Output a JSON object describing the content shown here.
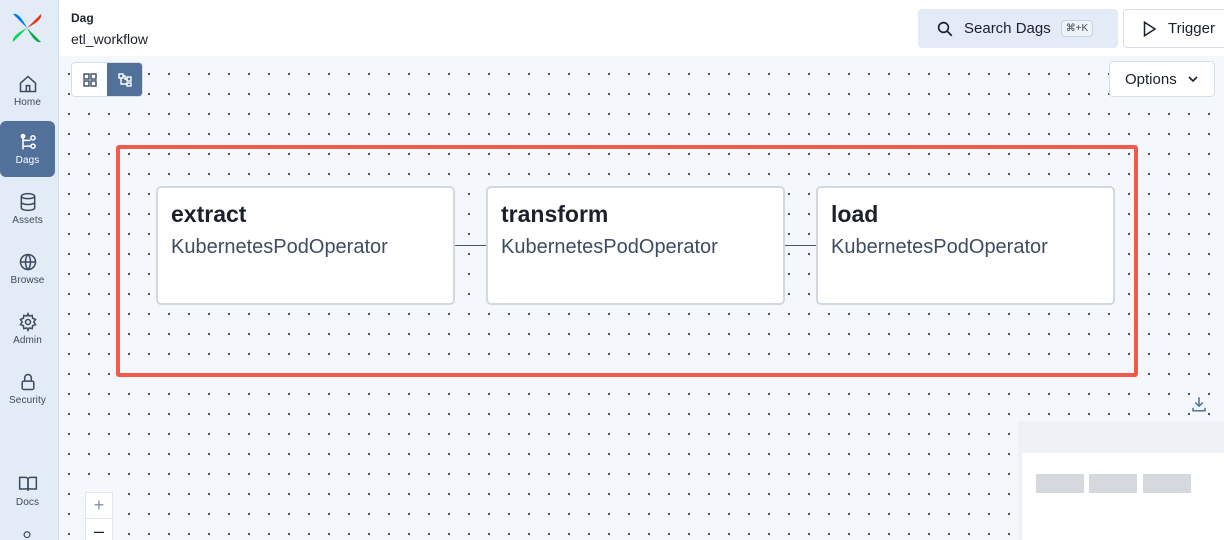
{
  "sidebar": {
    "logo_icon": "airflow-pinwheel-icon",
    "items": [
      {
        "label": "Home",
        "icon": "home-icon"
      },
      {
        "label": "Dags",
        "icon": "dags-icon"
      },
      {
        "label": "Assets",
        "icon": "database-icon"
      },
      {
        "label": "Browse",
        "icon": "globe-icon"
      },
      {
        "label": "Admin",
        "icon": "gear-icon"
      },
      {
        "label": "Security",
        "icon": "lock-icon"
      },
      {
        "label": "Docs",
        "icon": "book-icon"
      }
    ],
    "active": "Dags"
  },
  "header": {
    "breadcrumb_label": "Dag",
    "dag_name": "etl_workflow",
    "search_label": "Search Dags",
    "search_shortcut": "⌘+K",
    "trigger_label": "Trigger"
  },
  "toolbar": {
    "options_label": "Options",
    "views": [
      {
        "icon": "grid-view-icon",
        "active": false
      },
      {
        "icon": "graph-view-icon",
        "active": true
      }
    ]
  },
  "graph": {
    "nodes": [
      {
        "name": "extract",
        "operator": "KubernetesPodOperator"
      },
      {
        "name": "transform",
        "operator": "KubernetesPodOperator"
      },
      {
        "name": "load",
        "operator": "KubernetesPodOperator"
      }
    ]
  },
  "zoom": {
    "in": "+",
    "out": "–"
  },
  "colors": {
    "sidebar_bg": "#e2ebf6",
    "accent": "#51709a",
    "highlight": "#f25a4e"
  }
}
